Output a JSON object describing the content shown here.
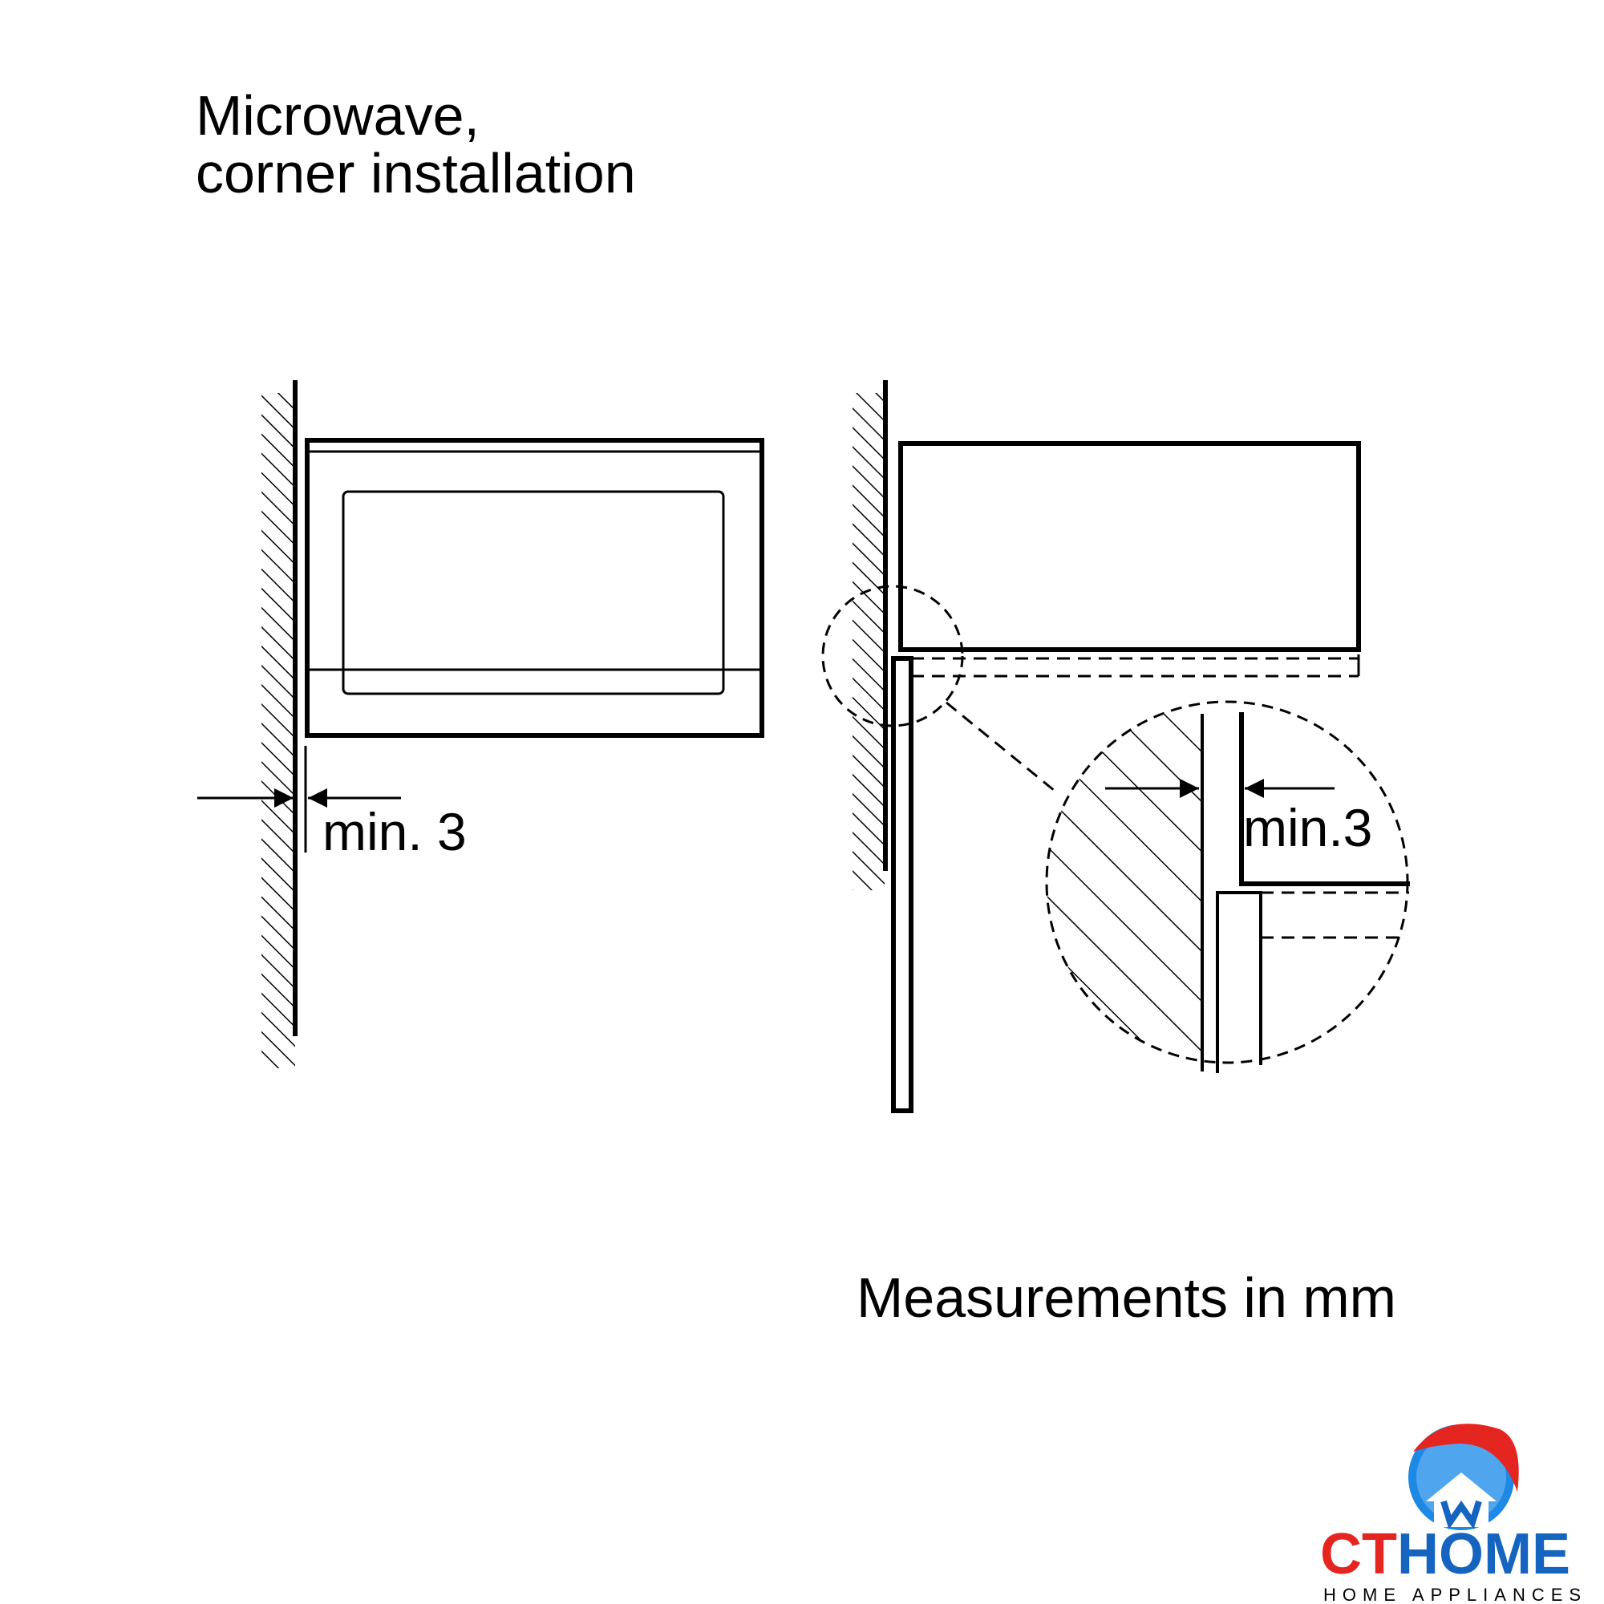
{
  "title_line1": "Microwave,",
  "title_line2": "corner installation",
  "front_view": {
    "gap_label": "min. 3"
  },
  "side_view": {
    "gap_label": "min.3"
  },
  "units_note": "Measurements in mm",
  "logo": {
    "brand_ct": "CT",
    "brand_home": "HOME",
    "tagline": "HOME APPLIANCES",
    "colors": {
      "red": "#e5251f",
      "blue": "#1565c0",
      "gray": "#8a8a8a"
    }
  }
}
